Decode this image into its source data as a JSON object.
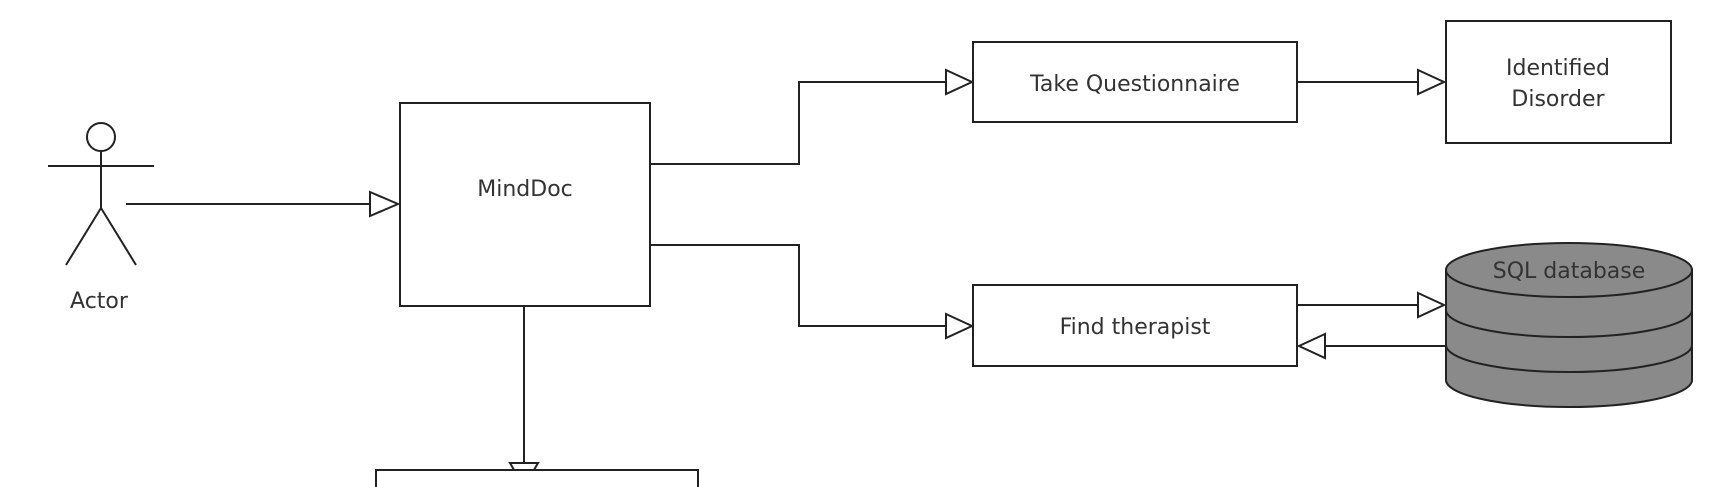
{
  "diagram": {
    "actor_label": "Actor",
    "app_label": "MindDoc",
    "questionnaire_label": "Take Questionnaire",
    "disorder_line1": "Identified",
    "disorder_line2": "Disorder",
    "therapist_label": "Find therapist",
    "database_label": "SQL database",
    "colors": {
      "stroke": "#222222",
      "text": "#333333",
      "database_fill": "#8a8a8a"
    }
  }
}
